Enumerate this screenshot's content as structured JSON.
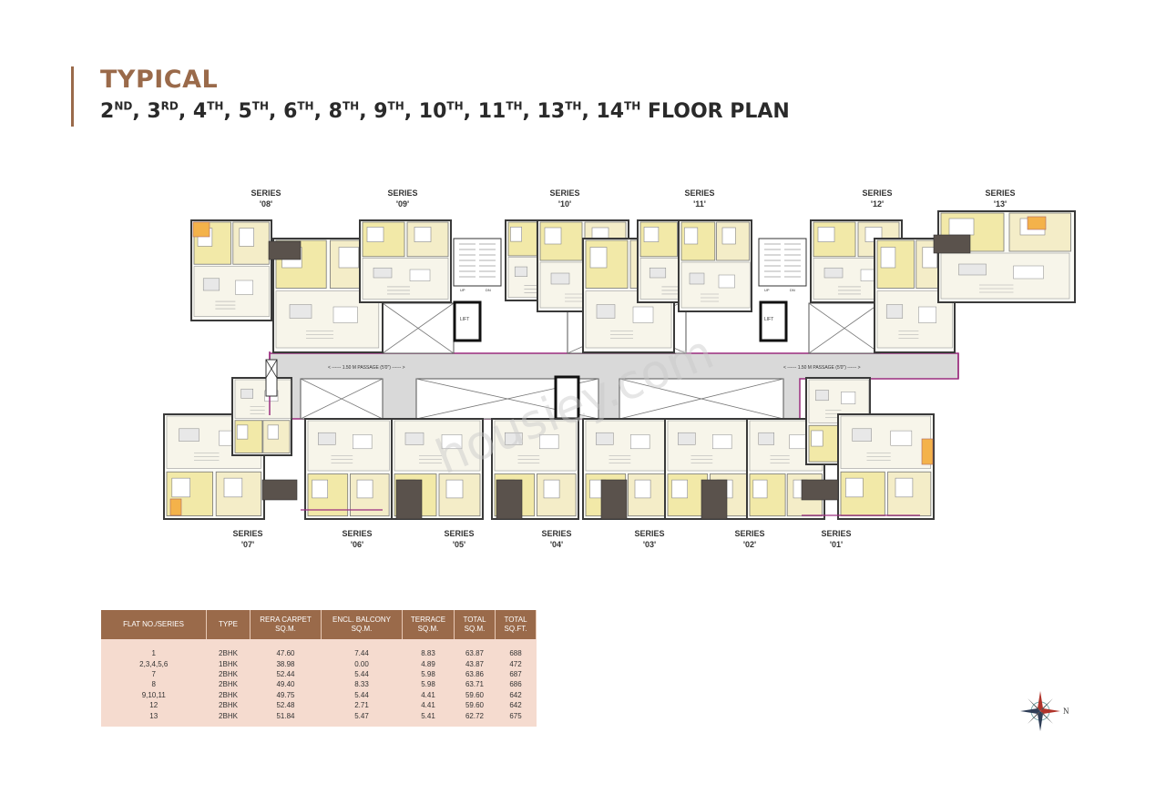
{
  "header": {
    "title_line1": "TYPICAL",
    "floors": [
      {
        "n": "2",
        "s": "ND"
      },
      {
        "n": "3",
        "s": "RD"
      },
      {
        "n": "4",
        "s": "TH"
      },
      {
        "n": "5",
        "s": "TH"
      },
      {
        "n": "6",
        "s": "TH"
      },
      {
        "n": "8",
        "s": "TH"
      },
      {
        "n": "9",
        "s": "TH"
      },
      {
        "n": "10",
        "s": "TH"
      },
      {
        "n": "11",
        "s": "TH"
      },
      {
        "n": "13",
        "s": "TH"
      },
      {
        "n": "14",
        "s": "TH"
      }
    ],
    "title_suffix": "FLOOR PLAN"
  },
  "series_top": [
    {
      "label": "SERIES",
      "num": "'08'"
    },
    {
      "label": "SERIES",
      "num": "'09'"
    },
    {
      "label": "SERIES",
      "num": "'10'"
    },
    {
      "label": "SERIES",
      "num": "'11'"
    },
    {
      "label": "SERIES",
      "num": "'12'"
    },
    {
      "label": "SERIES",
      "num": "'13'"
    }
  ],
  "series_bottom": [
    {
      "label": "SERIES",
      "num": "'07'"
    },
    {
      "label": "SERIES",
      "num": "'06'"
    },
    {
      "label": "SERIES",
      "num": "'05'"
    },
    {
      "label": "SERIES",
      "num": "'04'"
    },
    {
      "label": "SERIES",
      "num": "'03'"
    },
    {
      "label": "SERIES",
      "num": "'02'"
    },
    {
      "label": "SERIES",
      "num": "'01'"
    }
  ],
  "plan_labels": {
    "passage_left": "< ------ 1.50 M PASSAGE (5'0\") ------ >",
    "passage_right": "< ------ 1.50 M PASSAGE (5'0\") ------ >",
    "lift": "LIFT",
    "up": "UP",
    "dn": "DN"
  },
  "watermark": "housiey.com",
  "table": {
    "headers": [
      "FLAT NO./SERIES",
      "TYPE",
      "RERA CARPET SQ.M.",
      "ENCL. BALCONY SQ.M.",
      "TERRACE SQ.M.",
      "TOTAL SQ.M.",
      "TOTAL SQ.FT."
    ],
    "rows": [
      [
        "1",
        "2BHK",
        "47.60",
        "7.44",
        "8.83",
        "63.87",
        "688"
      ],
      [
        "2,3,4,5,6",
        "1BHK",
        "38.98",
        "0.00",
        "4.89",
        "43.87",
        "472"
      ],
      [
        "7",
        "2BHK",
        "52.44",
        "5.44",
        "5.98",
        "63.86",
        "687"
      ],
      [
        "8",
        "2BHK",
        "49.40",
        "8.33",
        "5.98",
        "63.71",
        "686"
      ],
      [
        "9,10,11",
        "2BHK",
        "49.75",
        "5.44",
        "4.41",
        "59.60",
        "642"
      ],
      [
        "12",
        "2BHK",
        "52.48",
        "2.71",
        "4.41",
        "59.60",
        "642"
      ],
      [
        "13",
        "2BHK",
        "51.84",
        "5.47",
        "5.41",
        "62.72",
        "675"
      ]
    ]
  },
  "compass": {
    "north_label": "N"
  },
  "colors": {
    "accent": "#9a6a4a",
    "table_bg": "#f5dbcf",
    "wall": "#3a3a3a",
    "corridor": "#d9d9d9",
    "border_accent": "#9b2d7f",
    "terrace": "#5a524c",
    "bedroom": "#f2e9a8"
  }
}
